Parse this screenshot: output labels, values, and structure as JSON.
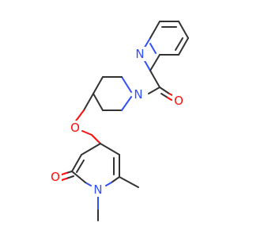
{
  "molecule": {
    "atoms": {
      "pyridine_N": {
        "text": "N",
        "color": "#3050F8"
      },
      "piperidine_N": {
        "text": "N",
        "color": "#3050F8"
      },
      "carbonyl_O": {
        "text": "O",
        "color": "#FF0D0D"
      },
      "ether_O": {
        "text": "O",
        "color": "#FF0D0D"
      },
      "pyridone_N": {
        "text": "N",
        "color": "#3050F8"
      },
      "pyridone_O": {
        "text": "O",
        "color": "#FF0D0D"
      }
    },
    "colors": {
      "carbon_bond": "#333333",
      "nitrogen": "#3050F8",
      "oxygen": "#FF0D0D",
      "background": "#ffffff"
    }
  }
}
